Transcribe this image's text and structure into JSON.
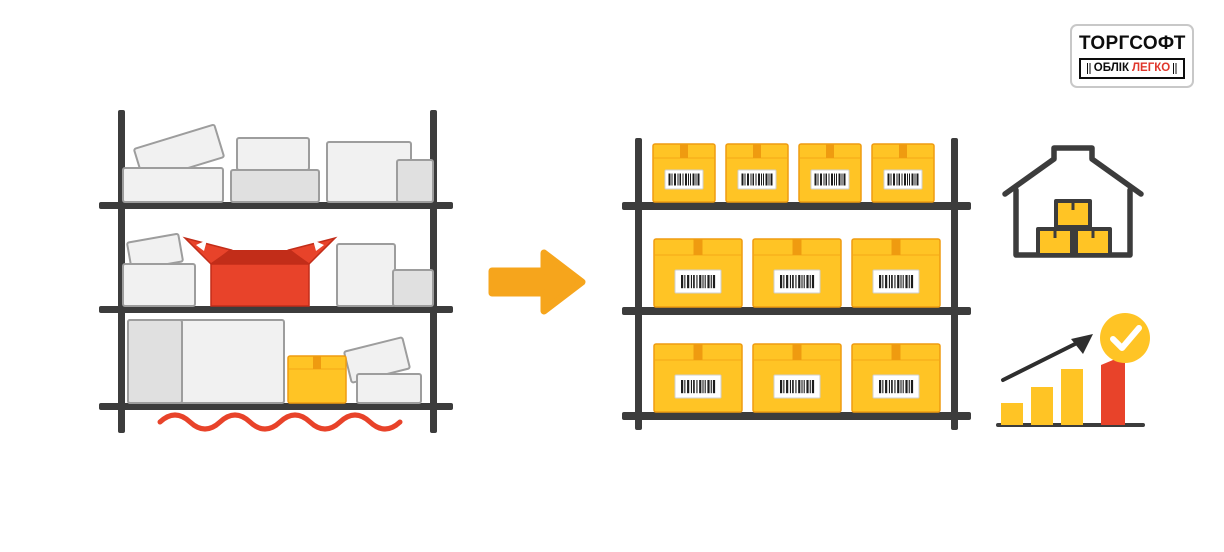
{
  "logo": {
    "brand": "ТОРГСОФТ",
    "tagline": {
      "word1": "ОБЛІК",
      "word2": "ЛЕГКО"
    }
  },
  "colors": {
    "yellow": "#FFC425",
    "orange": "#EF9B10",
    "arrow": "#F6A51C",
    "red": "#E8432A",
    "dark": "#3C3C3C",
    "gray_box_stroke": "#9D9D9D",
    "logo_red": "#E0372C",
    "background": "#FFFFFF"
  },
  "icons": [
    "messy-shelf-illustration",
    "arrow-right-icon",
    "organized-shelf-illustration",
    "warehouse-icon",
    "growth-chart-checkmark-icon"
  ],
  "organized_shelf": {
    "rows_of_boxes": [
      4,
      3,
      3
    ]
  }
}
